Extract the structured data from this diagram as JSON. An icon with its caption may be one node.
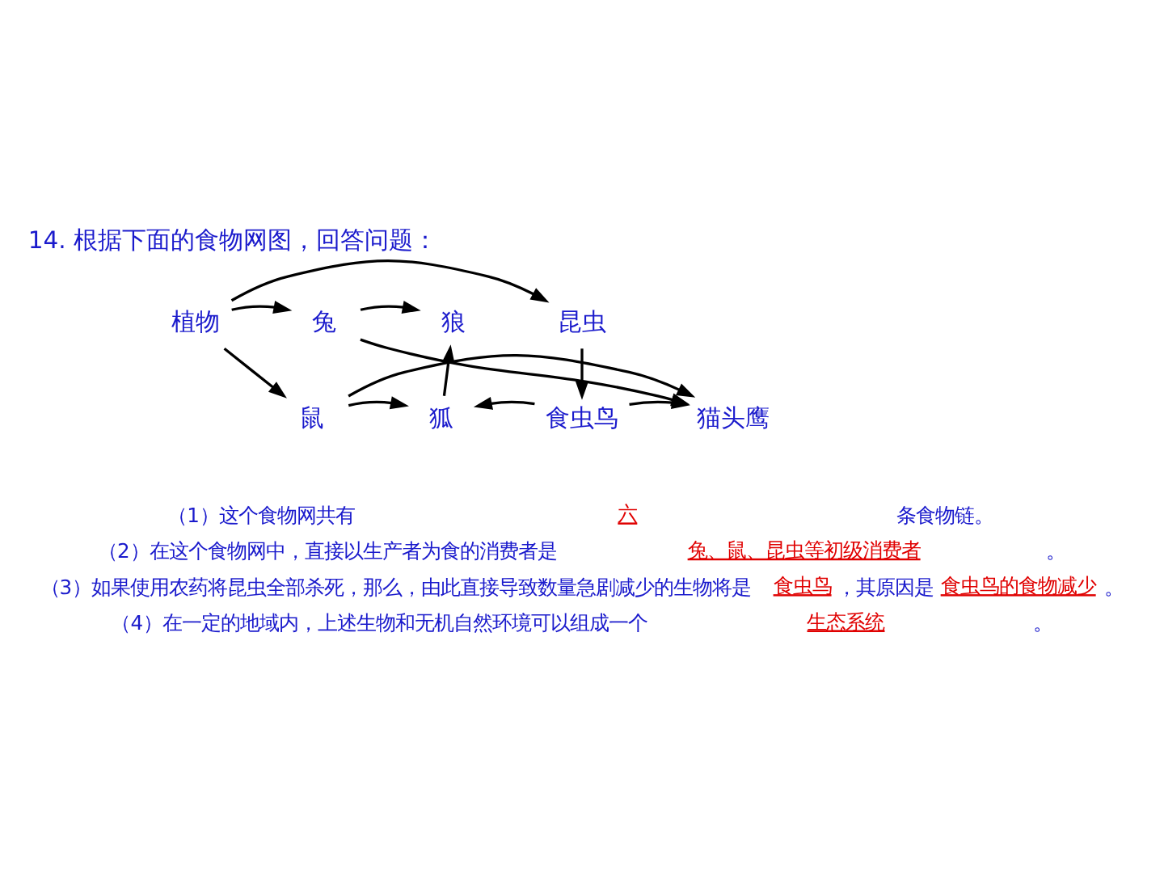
{
  "diagram": {
    "title": "14. 根据下面的食物网图，回答问题：",
    "nodes": [
      {
        "text": [
          "植物"
        ]
      },
      {
        "text": [
          "兔"
        ]
      },
      {
        "text": [
          "鼠"
        ]
      },
      {
        "text": [
          "狐"
        ]
      },
      {
        "text": [
          "狼"
        ]
      },
      {
        "text": [
          "昆虫"
        ]
      },
      {
        "text": [
          "食虫鸟"
        ]
      },
      {
        "text": [
          "猫头鹰"
        ]
      }
    ],
    "edges": [
      {
        "from": 0,
        "to": 1,
        "arrow": "to"
      },
      {
        "from": 0,
        "to": 2,
        "arrow": "to"
      },
      {
        "from": 0,
        "to": 5,
        "arrow": "to"
      },
      {
        "from": 1,
        "to": 4,
        "arrow": "to"
      },
      {
        "from": 1,
        "to": 7,
        "arrow": "to"
      },
      {
        "from": 2,
        "to": 3,
        "arrow": "to"
      },
      {
        "from": 2,
        "to": 7,
        "arrow": "to"
      },
      {
        "from": 3,
        "to": 4,
        "arrow": "to"
      },
      {
        "from": 5,
        "to": 6,
        "arrow": "to"
      },
      {
        "from": 6,
        "to": 3,
        "arrow": "to"
      },
      {
        "from": 6,
        "to": 7,
        "arrow": "to"
      }
    ],
    "labels": [
      "（1）这个食物网共有",
      "六",
      "条食物链。",
      "（2）在这个食物网中，直接以生产者为食的消费者是",
      "兔、鼠、昆虫等初级消费者",
      "。",
      "（3）如果使用农药将昆虫全部杀死，那么，由此直接导致数量急剧减少的生物将是",
      "食虫鸟",
      "，其原因是",
      "食虫鸟的食物减少",
      "。",
      "（4）在一定的地域内，上述生物和无机自然环境可以组成一个",
      "生态系统",
      "。"
    ]
  }
}
